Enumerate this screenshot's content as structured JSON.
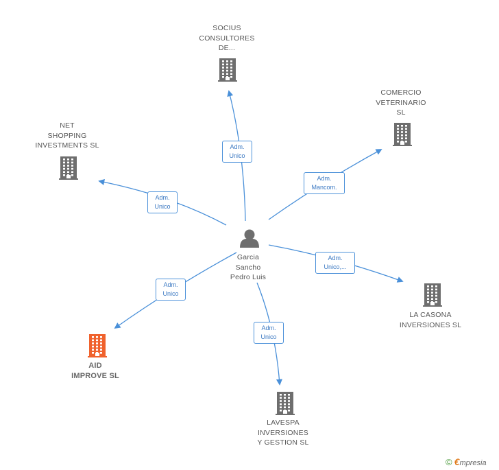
{
  "colors": {
    "edge": "#4a90d9",
    "building": "#6e6e6e",
    "highlight_building": "#f0622d",
    "person": "#6e6e6e"
  },
  "center": {
    "icon": "person-icon",
    "label_lines": [
      "Garcia",
      "Sancho",
      "Pedro Luis"
    ]
  },
  "companies": [
    {
      "id": "socius",
      "icon": "building-icon",
      "label_lines": [
        "SOCIUS",
        "CONSULTORES",
        "DE..."
      ],
      "role_lines": [
        "Adm.",
        "Unico"
      ],
      "highlight": false
    },
    {
      "id": "comercio",
      "icon": "building-icon",
      "label_lines": [
        "COMERCIO",
        "VETERINARIO",
        "SL"
      ],
      "role_lines": [
        "Adm.",
        "Mancom."
      ],
      "highlight": false
    },
    {
      "id": "net",
      "icon": "building-icon",
      "label_lines": [
        "NET",
        "SHOPPING",
        "INVESTMENTS SL"
      ],
      "role_lines": [
        "Adm.",
        "Unico"
      ],
      "highlight": false
    },
    {
      "id": "casona",
      "icon": "building-icon",
      "label_lines": [
        "LA CASONA",
        "INVERSIONES SL"
      ],
      "role_lines": [
        "Adm.",
        "Unico,..."
      ],
      "highlight": false
    },
    {
      "id": "aid",
      "icon": "building-icon",
      "label_lines": [
        "AID",
        "IMPROVE SL"
      ],
      "role_lines": [
        "Adm.",
        "Unico"
      ],
      "highlight": true
    },
    {
      "id": "lavespa",
      "icon": "building-icon",
      "label_lines": [
        "LAVESPA",
        "INVERSIONES",
        "Y GESTION SL"
      ],
      "role_lines": [
        "Adm.",
        "Unico"
      ],
      "highlight": false
    }
  ],
  "brand": {
    "copyright": "©",
    "initial": "€",
    "name": "mpresia"
  }
}
